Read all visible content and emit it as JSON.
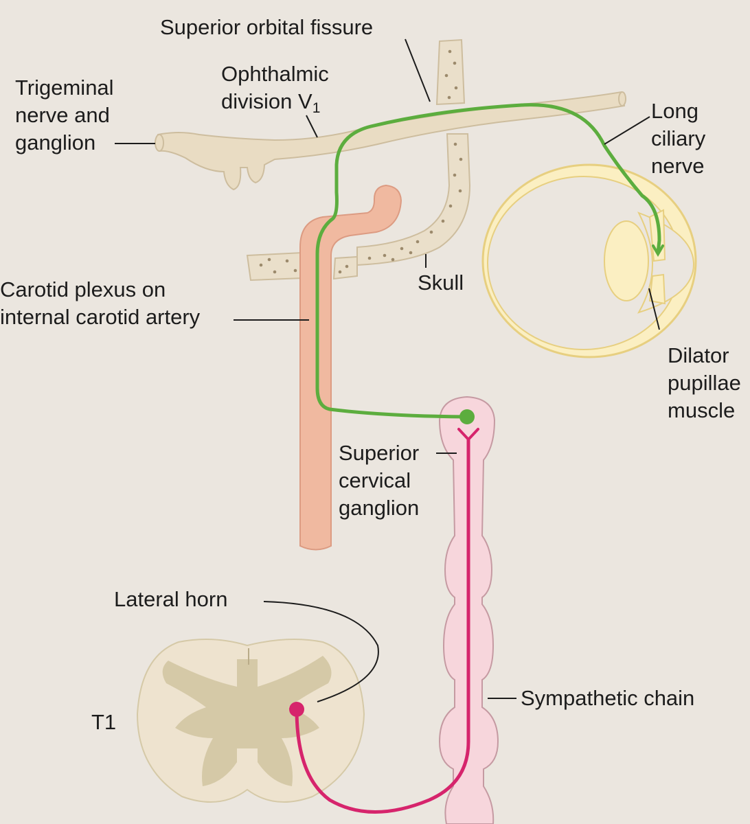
{
  "labels": {
    "superior_orbital_fissure": "Superior orbital fissure",
    "ophthalmic_line1": "Ophthalmic",
    "ophthalmic_line2": "division V",
    "ophthalmic_subscript": "1",
    "trigeminal_line1": "Trigeminal",
    "trigeminal_line2": "nerve and",
    "trigeminal_line3": "ganglion",
    "long_ciliary_line1": "Long",
    "long_ciliary_line2": "ciliary",
    "long_ciliary_line3": "nerve",
    "carotid_line1": "Carotid plexus on",
    "carotid_line2": "internal carotid artery",
    "skull": "Skull",
    "dilator_line1": "Dilator",
    "dilator_line2": "pupillae",
    "dilator_line3": "muscle",
    "superior_cervical_line1": "Superior",
    "superior_cervical_line2": "cervical",
    "superior_cervical_line3": "ganglion",
    "lateral_horn": "Lateral horn",
    "t1": "T1",
    "sympathetic_chain": "Sympathetic chain"
  },
  "colors": {
    "background": "#ebe6df",
    "nerve_tan": "#e9dcc3",
    "nerve_outline": "#cdbd9e",
    "bone": "#eadfca",
    "bone_dots": "#9c8a6c",
    "artery": "#f0b9a0",
    "artery_outline": "#dc9b82",
    "eye": "#fbefc2",
    "eye_outline": "#e7cf80",
    "ganglion_pink": "#f7d6dc",
    "ganglion_outline": "#c59aa2",
    "spinal_white": "#eee3cf",
    "spinal_gray": "#d5c9a7",
    "postganglionic_green": "#5cad3e",
    "preganglionic_magenta": "#d6246c",
    "leader_line": "#1c1c1c"
  }
}
